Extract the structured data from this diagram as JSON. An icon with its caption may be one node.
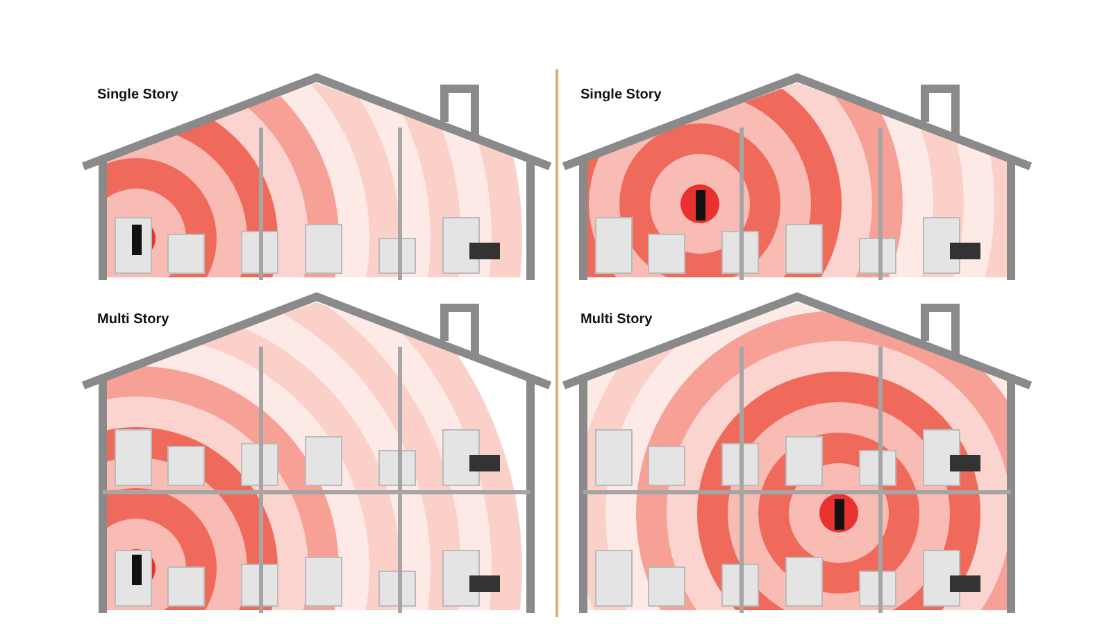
{
  "diagram": {
    "labels": [
      "Single Story",
      "Single Story",
      "Multi Story",
      "Multi Story"
    ]
  }
}
